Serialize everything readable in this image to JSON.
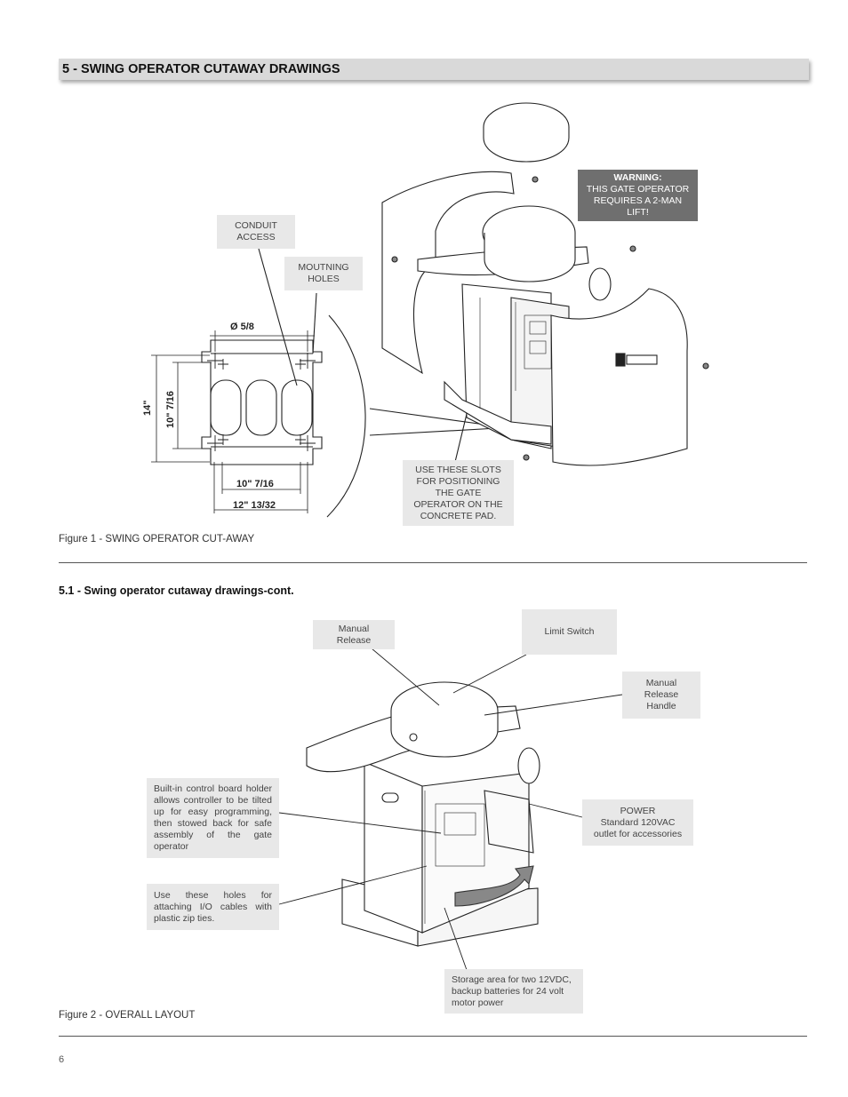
{
  "section": {
    "title": "5 - SWING OPERATOR CUTAWAY DRAWINGS"
  },
  "figure1": {
    "caption": "Figure 1 - SWING OPERATOR CUT-AWAY",
    "callouts": {
      "conduit": [
        "CONDUIT",
        "ACCESS"
      ],
      "mounting": [
        "MOUTNING",
        "HOLES"
      ],
      "slots": [
        "USE THESE SLOTS",
        "FOR POSITIONING",
        "THE GATE",
        "OPERATOR ON THE",
        "CONCRETE PAD."
      ]
    },
    "warning": {
      "title": "WARNING:",
      "lines": [
        "THIS GATE OPERATOR",
        "REQUIRES A 2-MAN",
        "LIFT!"
      ]
    },
    "dimensions": {
      "diameter": "Ø  5/8",
      "height_outer": "14\"",
      "height_inner": "10\" 7/16",
      "width_inner": "10\" 7/16",
      "width_outer": "12\" 13/32"
    }
  },
  "subsection": {
    "title": "5.1 - Swing operator cutaway drawings-cont."
  },
  "figure2": {
    "caption": "Figure 2 - OVERALL LAYOUT",
    "callouts": {
      "manual_release": [
        "Manual",
        "Release"
      ],
      "limit_switch": "Limit Switch",
      "manual_release_handle": [
        "Manual",
        "Release",
        "Handle"
      ],
      "control_board": "Built-in control board holder allows controller to be tilted up for easy programming, then stowed back for safe assembly of the gate operator",
      "io_holes": "Use these holes for attaching I/O cables with plastic zip ties.",
      "power": [
        "POWER",
        "Standard 120VAC",
        "outlet for accessories"
      ],
      "storage": "Storage area for two 12VDC, backup batteries for 24 volt motor power"
    }
  },
  "page": {
    "number": "6"
  },
  "colors": {
    "header_bg": "#d9d9d9",
    "callout_bg": "#e8e8e8",
    "warning_bg": "#6f6f6f",
    "line": "#222222"
  }
}
